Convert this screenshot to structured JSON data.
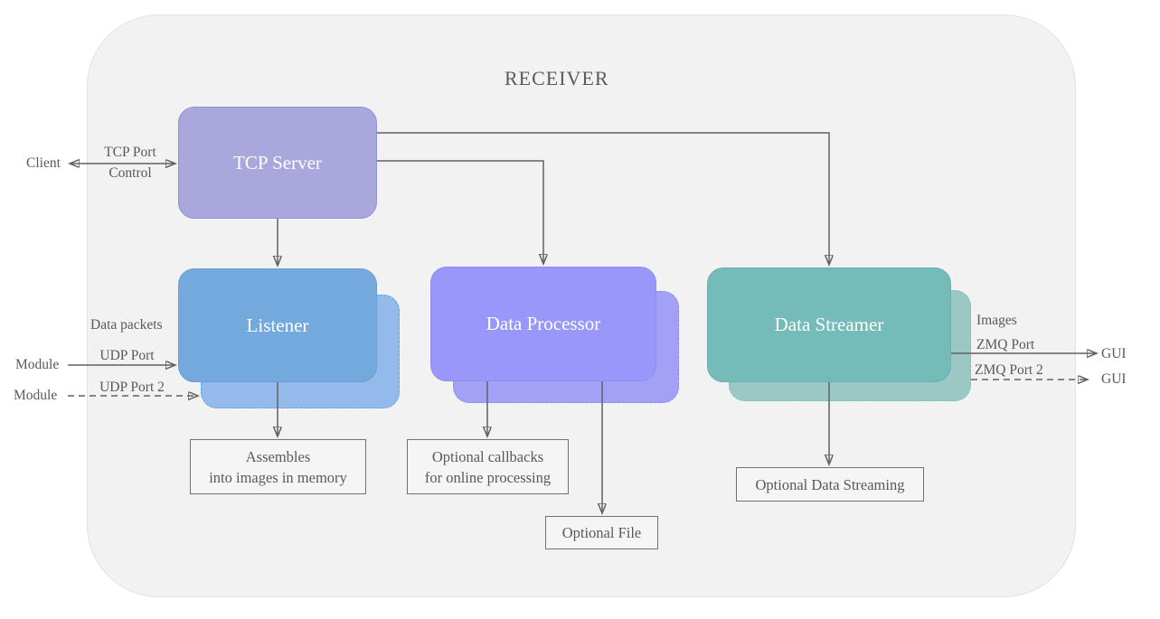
{
  "title": "RECEIVER",
  "nodes": {
    "tcp_server": "TCP Server",
    "listener": "Listener",
    "data_processor": "Data Processor",
    "data_streamer": "Data Streamer"
  },
  "outputs": {
    "assembles_line1": "Assembles",
    "assembles_line2": "into images in memory",
    "callbacks_line1": "Optional callbacks",
    "callbacks_line2": "for online processing",
    "optional_file": "Optional File",
    "optional_streaming": "Optional Data Streaming"
  },
  "labels": {
    "client": "Client",
    "tcp_port": "TCP Port",
    "control": "Control",
    "data_packets": "Data packets",
    "module_1": "Module",
    "udp_port": "UDP Port",
    "module_2": "Module",
    "udp_port_2": "UDP Port 2",
    "images": "Images",
    "zmq_port": "ZMQ Port",
    "gui_1": "GUI",
    "zmq_port_2": "ZMQ Port 2",
    "gui_2": "GUI"
  },
  "colors": {
    "container_fill": "#f2f2f2",
    "tcp_server_fill": "#a9a7dc",
    "listener_fill": "#73a9dd",
    "listener_shadow_fill": "#93baeb",
    "data_processor_fill": "#9997fa",
    "data_processor_shadow_fill": "#a3a1f6",
    "data_streamer_fill": "#75bbba",
    "data_streamer_shadow_fill": "#9bc8c5",
    "connector": "#616161",
    "text": "#595959",
    "node_text": "#ffffff"
  }
}
